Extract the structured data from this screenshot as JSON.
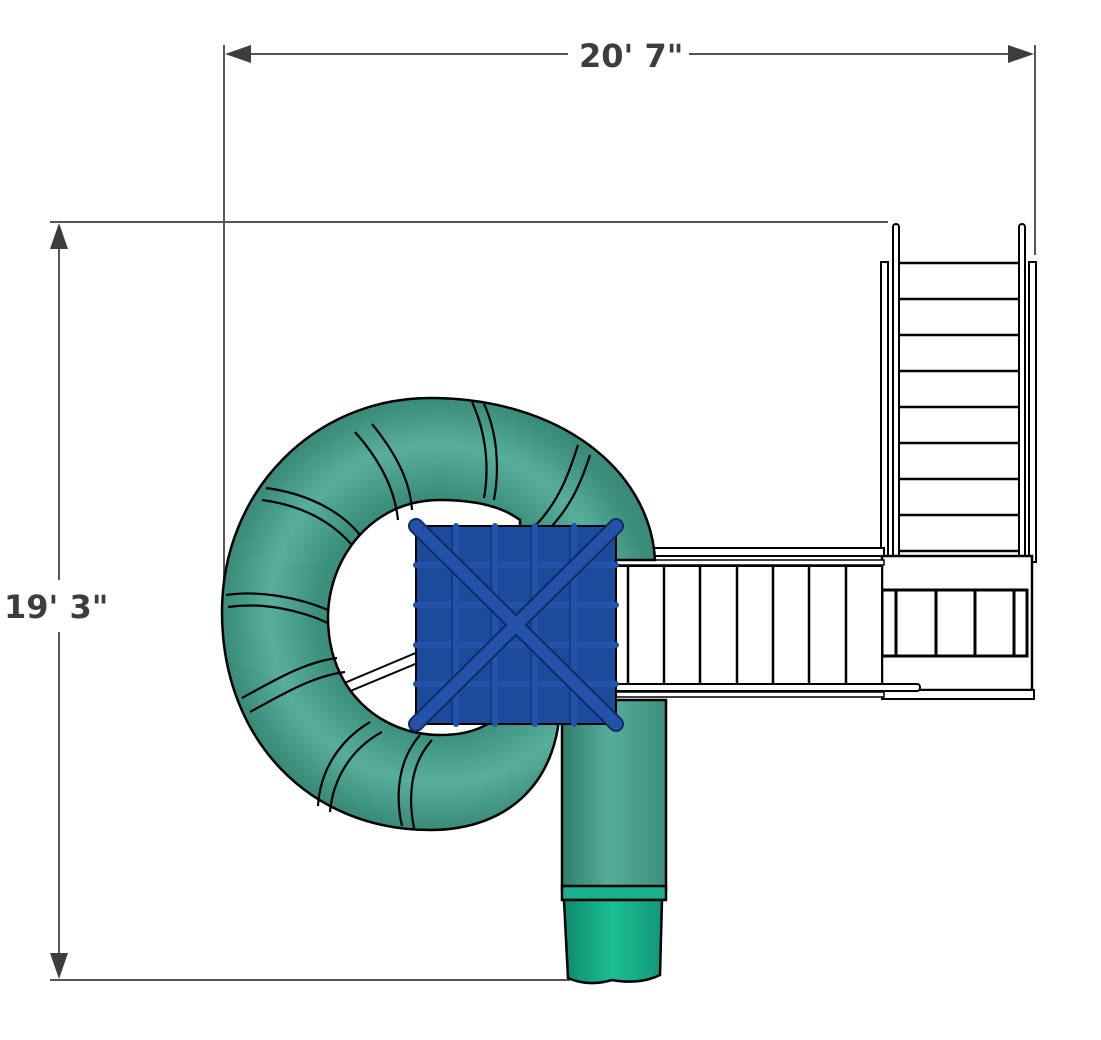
{
  "drawing": {
    "type": "playground-plan-view",
    "dimensions": {
      "width_label": "20' 7\"",
      "height_label": "19' 3\""
    },
    "colors": {
      "dimension_line": "#555555",
      "dimension_text": "#3d3d3d",
      "tube_slide": "#4fa896",
      "tube_slide_dark": "#2f7d6c",
      "tube_exit": "#1bb890",
      "deck_roof": "#1c4b9c",
      "deck_roof_rail": "#2452a8",
      "outline": "#000000",
      "background": "#ffffff"
    },
    "components": [
      {
        "name": "spiral-tube-slide"
      },
      {
        "name": "tube-slide-exit"
      },
      {
        "name": "deck-roof"
      },
      {
        "name": "bridge"
      },
      {
        "name": "stair-ladder"
      },
      {
        "name": "landing-railing"
      }
    ]
  }
}
